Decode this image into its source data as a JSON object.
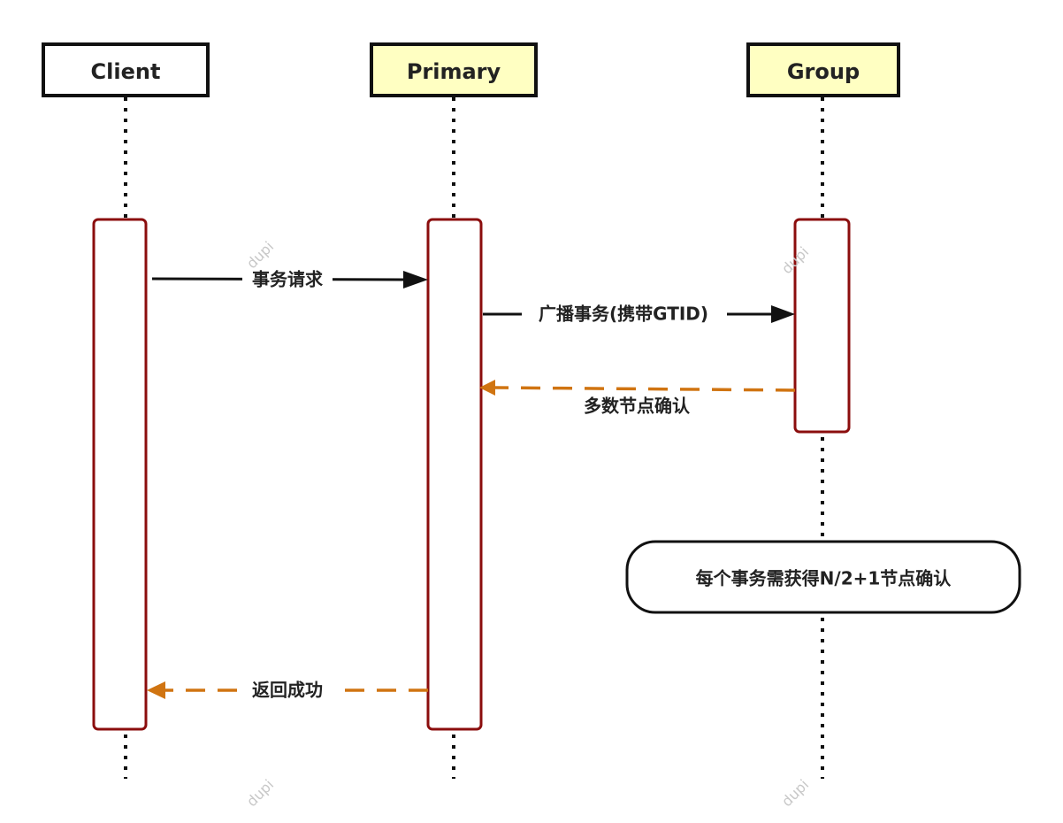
{
  "colors": {
    "participant_plain": "#ffffff",
    "participant_highlight": "#ffffc2",
    "activation_border": "#8b0d0d",
    "solid_arrow": "#111111",
    "dashed_arrow": "#d07411"
  },
  "participants": [
    {
      "id": "client",
      "label": "Client",
      "fill": "#ffffff"
    },
    {
      "id": "primary",
      "label": "Primary",
      "fill": "#ffffc2"
    },
    {
      "id": "group",
      "label": "Group",
      "fill": "#ffffc2"
    }
  ],
  "messages": [
    {
      "id": "request",
      "from": "client",
      "to": "primary",
      "label": "事务请求",
      "style": "solid"
    },
    {
      "id": "broadcast",
      "from": "primary",
      "to": "group",
      "label": "广播事务(携带GTID)",
      "style": "solid"
    },
    {
      "id": "ack",
      "from": "group",
      "to": "primary",
      "label": "多数节点确认",
      "style": "dashed"
    },
    {
      "id": "success",
      "from": "primary",
      "to": "client",
      "label": "返回成功",
      "style": "dashed"
    }
  ],
  "note": {
    "text": "每个事务需获得N/2+1节点确认"
  },
  "watermark": {
    "text": "dupi"
  }
}
